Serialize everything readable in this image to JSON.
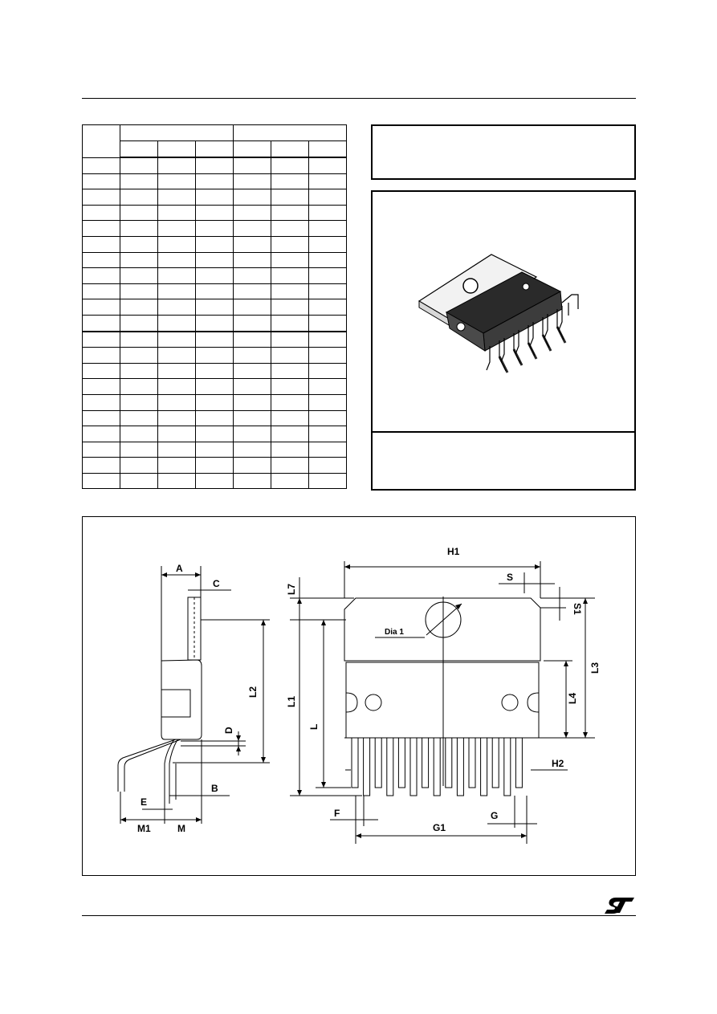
{
  "drawing": {
    "labels": {
      "A": "A",
      "C": "C",
      "D": "D",
      "B": "B",
      "E": "E",
      "M1": "M1",
      "M": "M",
      "L2": "L2",
      "H1": "H1",
      "S": "S",
      "S1": "S1",
      "L7": "L7",
      "L1": "L1",
      "L": "L",
      "L3": "L3",
      "L4": "L4",
      "H2": "H2",
      "F": "F",
      "G": "G",
      "G1": "G1",
      "Dia1": "Dia 1"
    }
  },
  "table": {
    "body_rows": 21
  },
  "colors": {
    "ink": "#000000",
    "package_dark": "#2a2a2a"
  }
}
